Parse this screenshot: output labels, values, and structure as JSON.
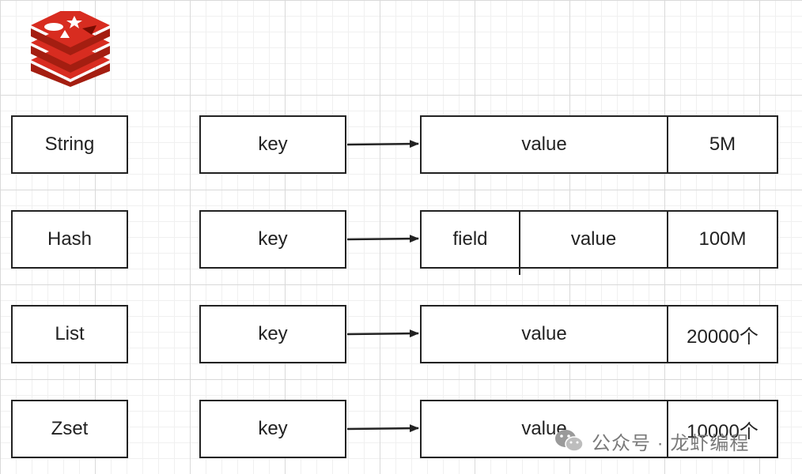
{
  "rows": [
    {
      "type_label": "String",
      "key_label": "key",
      "value_label": "value",
      "limit_label": "5M"
    },
    {
      "type_label": "Hash",
      "key_label": "key",
      "field_label": "field",
      "value_label": "value",
      "limit_label": "100M"
    },
    {
      "type_label": "List",
      "key_label": "key",
      "value_label": "value",
      "limit_label": "20000个"
    },
    {
      "type_label": "Zset",
      "key_label": "key",
      "value_label": "value",
      "limit_label": "10000个"
    }
  ],
  "watermark": {
    "text": "公众号 · 龙虾编程",
    "icon": "wechat-icon"
  },
  "logo": {
    "name": "redis-logo",
    "color": "#d82c20"
  },
  "colors": {
    "stroke": "#222222",
    "grid_major": "#d9d9d9",
    "grid_minor": "#f0f0f0"
  }
}
